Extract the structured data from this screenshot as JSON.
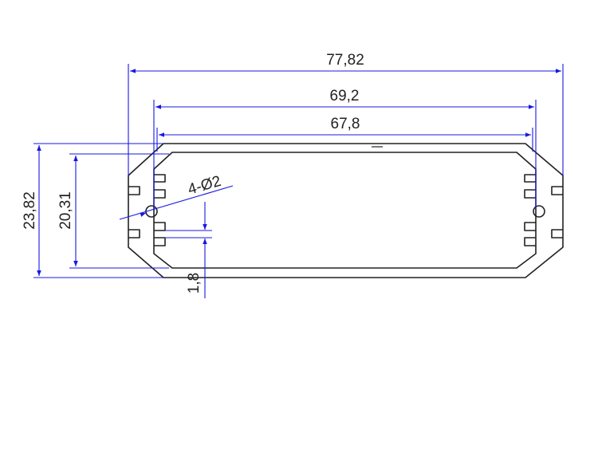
{
  "colors": {
    "dimension": "#1818e0",
    "outline": "#222222",
    "background": "#ffffff"
  },
  "dimensions": {
    "overall_width": "77,82",
    "width_mid": "69,2",
    "inner_width": "67,8",
    "overall_height": "23,82",
    "inner_height": "20,31",
    "hole_callout": "4-Ø2",
    "wall_thickness": "1,8"
  }
}
